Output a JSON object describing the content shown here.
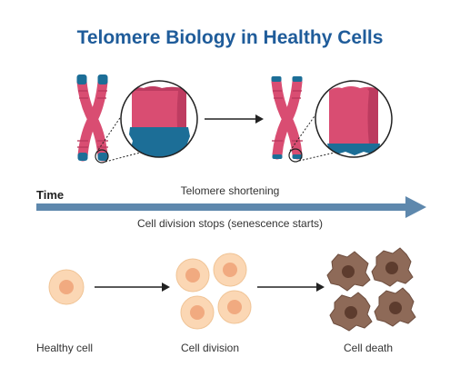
{
  "title": "Telomere Biology in Healthy Cells",
  "timeline": {
    "axis_label": "Time",
    "above_text": "Telomere shortening",
    "below_text": "Cell division stops (senescence starts)"
  },
  "stages": {
    "healthy": "Healthy cell",
    "division": "Cell division",
    "death": "Cell death"
  },
  "colors": {
    "title": "#1f5c9a",
    "chromosome": "#d94d72",
    "telomere": "#1c6e97",
    "timeline_arrow": "#5e88ad",
    "cell_fill": "#fbd7b4",
    "cell_nucleus": "#f1aa80",
    "dead_cell": "#8e6a58"
  },
  "icons": {
    "chromosome_long": "chromosome-long-telomere-icon",
    "chromosome_short": "chromosome-short-telomere-icon",
    "magnifier": "magnifier-zoom-icon",
    "arrow": "arrow-right-icon"
  }
}
